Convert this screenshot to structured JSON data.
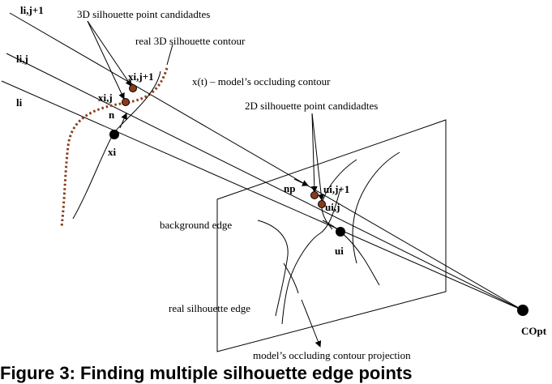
{
  "labels": {
    "l_ij1": "li,j+1",
    "l_ij": "li,j",
    "l_i": "li",
    "x_ij1": "xi,j+1",
    "x_ij": "xi,j",
    "n": "n",
    "x_i": "xi",
    "np": "np",
    "u_ij1": "ui,j+1",
    "u_ij": "ui,j",
    "u_i": "ui",
    "copt": "COpt"
  },
  "annotations": {
    "cand3d": "3D silhouette point candidadtes",
    "real3d": "real 3D silhouette contour",
    "occluding": "x(t) – model’s occluding contour",
    "cand2d": "2D silhouette point candidadtes",
    "bg_edge": "background edge",
    "real_edge": "real silhouette edge",
    "projection": "model’s occluding contour projection"
  },
  "caption": "Figure 3: Finding multiple silhouette edge points",
  "colors": {
    "line": "#000000",
    "candidate_point": "#8b3a1a",
    "dotted_contour": "#8b3a1a"
  }
}
